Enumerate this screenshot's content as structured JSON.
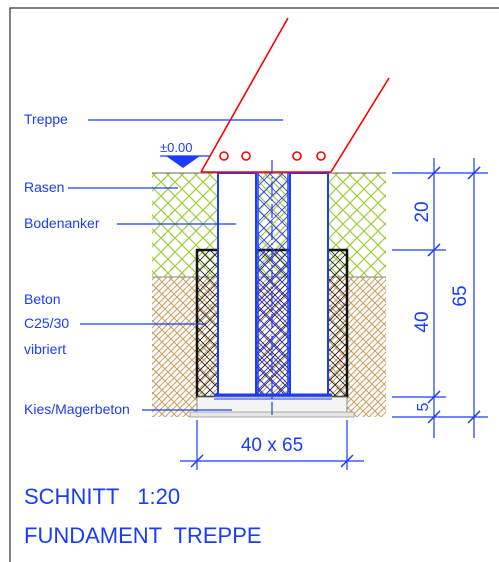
{
  "labels": {
    "treppe": "Treppe",
    "rasen": "Rasen",
    "bodenanker": "Bodenanker",
    "beton_1": "Beton",
    "beton_2": "C25/30",
    "beton_3": "vibriert",
    "kies": "Kies/Magerbeton",
    "level": "±0.00"
  },
  "dimensions": {
    "width_label": "40 x 65",
    "d20": "20",
    "d40": "40",
    "d5": "5",
    "d65": "65"
  },
  "title": {
    "line1": "SCHNITT   1:20",
    "line2": "FUNDAMENT  TREPPE"
  },
  "colors": {
    "annotation": "#1a3cff",
    "stair": "#ff0000",
    "grass": "#9acd32",
    "soil": "#c8a264",
    "concrete_hatch": "#1a1a1a",
    "anchor_hatch": "#3b3bff",
    "frame": "#444444"
  }
}
